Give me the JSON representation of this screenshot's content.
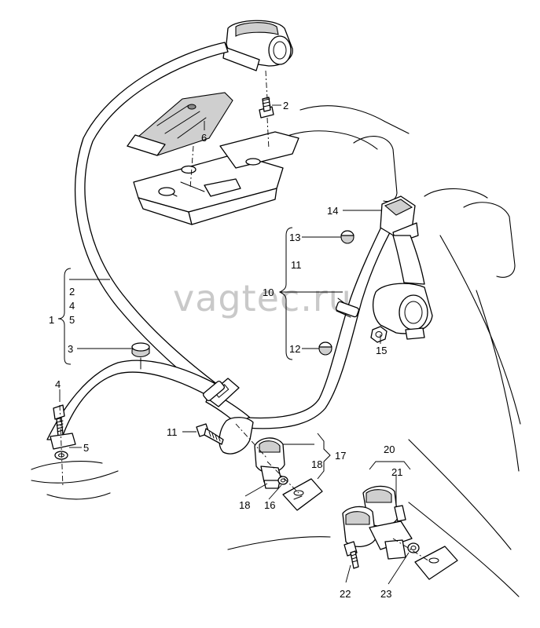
{
  "watermark": "vagtec.ru",
  "callouts": {
    "c1": "1",
    "c2": "2",
    "c2b": "2",
    "c3": "3",
    "c4": "4",
    "c4b": "4",
    "c5": "5",
    "c5b": "5",
    "c6": "6",
    "c10": "10",
    "c11": "11",
    "c11b": "11",
    "c12": "12",
    "c13": "13",
    "c14": "14",
    "c15": "15",
    "c16": "16",
    "c17": "17",
    "c18": "18",
    "c18b": "18",
    "c20": "20",
    "c21": "21",
    "c22": "22",
    "c23": "23"
  }
}
